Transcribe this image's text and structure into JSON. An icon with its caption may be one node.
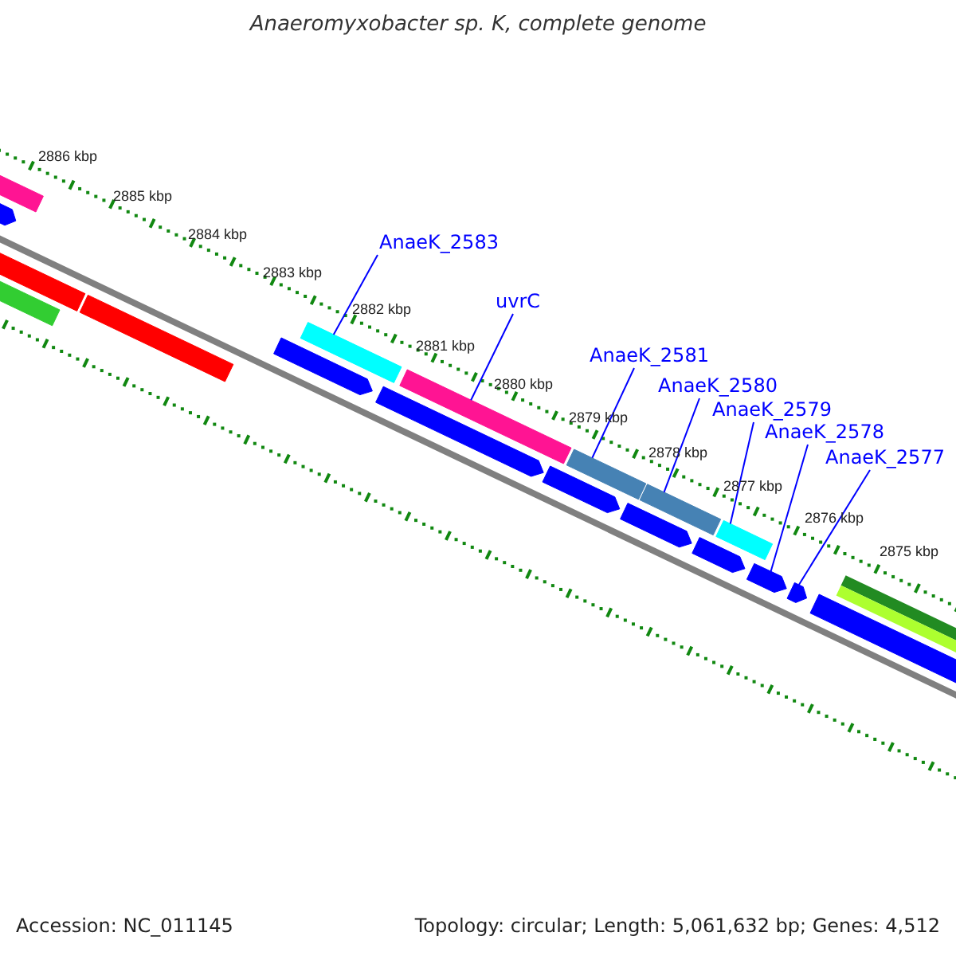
{
  "diagram": {
    "title": "Anaeromyxobacter sp. K, complete genome",
    "nodes": [
      {
        "text": [
          "AnaeK_2583"
        ]
      },
      {
        "text": [
          "uvrC"
        ]
      },
      {
        "text": [
          "AnaeK_2581"
        ]
      },
      {
        "text": [
          "AnaeK_2580"
        ]
      },
      {
        "text": [
          "AnaeK_2579"
        ]
      },
      {
        "text": [
          "AnaeK_2578"
        ]
      },
      {
        "text": [
          "AnaeK_2577"
        ]
      },
      {
        "text": [],
        "shape": "bar"
      },
      {
        "text": [],
        "shape": "bar"
      },
      {
        "text": [],
        "shape": "bar"
      },
      {
        "text": [],
        "shape": "bar"
      },
      {
        "text": [],
        "shape": "bar"
      },
      {
        "text": [],
        "shape": "bar"
      },
      {
        "text": [],
        "shape": "bar"
      },
      {
        "text": [],
        "shape": "pentagon"
      },
      {
        "text": [],
        "shape": "pentagon"
      },
      {
        "text": [],
        "shape": "pentagon"
      },
      {
        "text": [],
        "shape": "pentagon"
      },
      {
        "text": [],
        "shape": "pentagon"
      },
      {
        "text": [],
        "shape": "pentagon"
      },
      {
        "text": [],
        "shape": "pentagon"
      },
      {
        "text": [],
        "shape": "pentagon"
      },
      {
        "text": [],
        "shape": "bar"
      },
      {
        "text": [],
        "shape": "bar"
      },
      {
        "text": [],
        "shape": "bar"
      },
      {
        "text": [],
        "shape": "bar"
      }
    ],
    "edges": [
      {
        "from": 0,
        "to": 8,
        "arrow": "none"
      },
      {
        "from": 1,
        "to": 9,
        "arrow": "none"
      },
      {
        "from": 2,
        "to": 10,
        "arrow": "none"
      },
      {
        "from": 3,
        "to": 11,
        "arrow": "none"
      },
      {
        "from": 4,
        "to": 12,
        "arrow": "none"
      },
      {
        "from": 5,
        "to": 20,
        "arrow": "none"
      },
      {
        "from": 6,
        "to": 21,
        "arrow": "none"
      }
    ],
    "labels": [
      "2886 kbp",
      "2885 kbp",
      "2884 kbp",
      "2883 kbp",
      "2882 kbp",
      "2881 kbp",
      "2880 kbp",
      "2879 kbp",
      "2878 kbp",
      "2877 kbp",
      "2876 kbp",
      "2875 kbp",
      "Accession: NC_011145",
      "Topology: circular; Length: 5,061,632 bp; Genes: 4,512"
    ]
  }
}
